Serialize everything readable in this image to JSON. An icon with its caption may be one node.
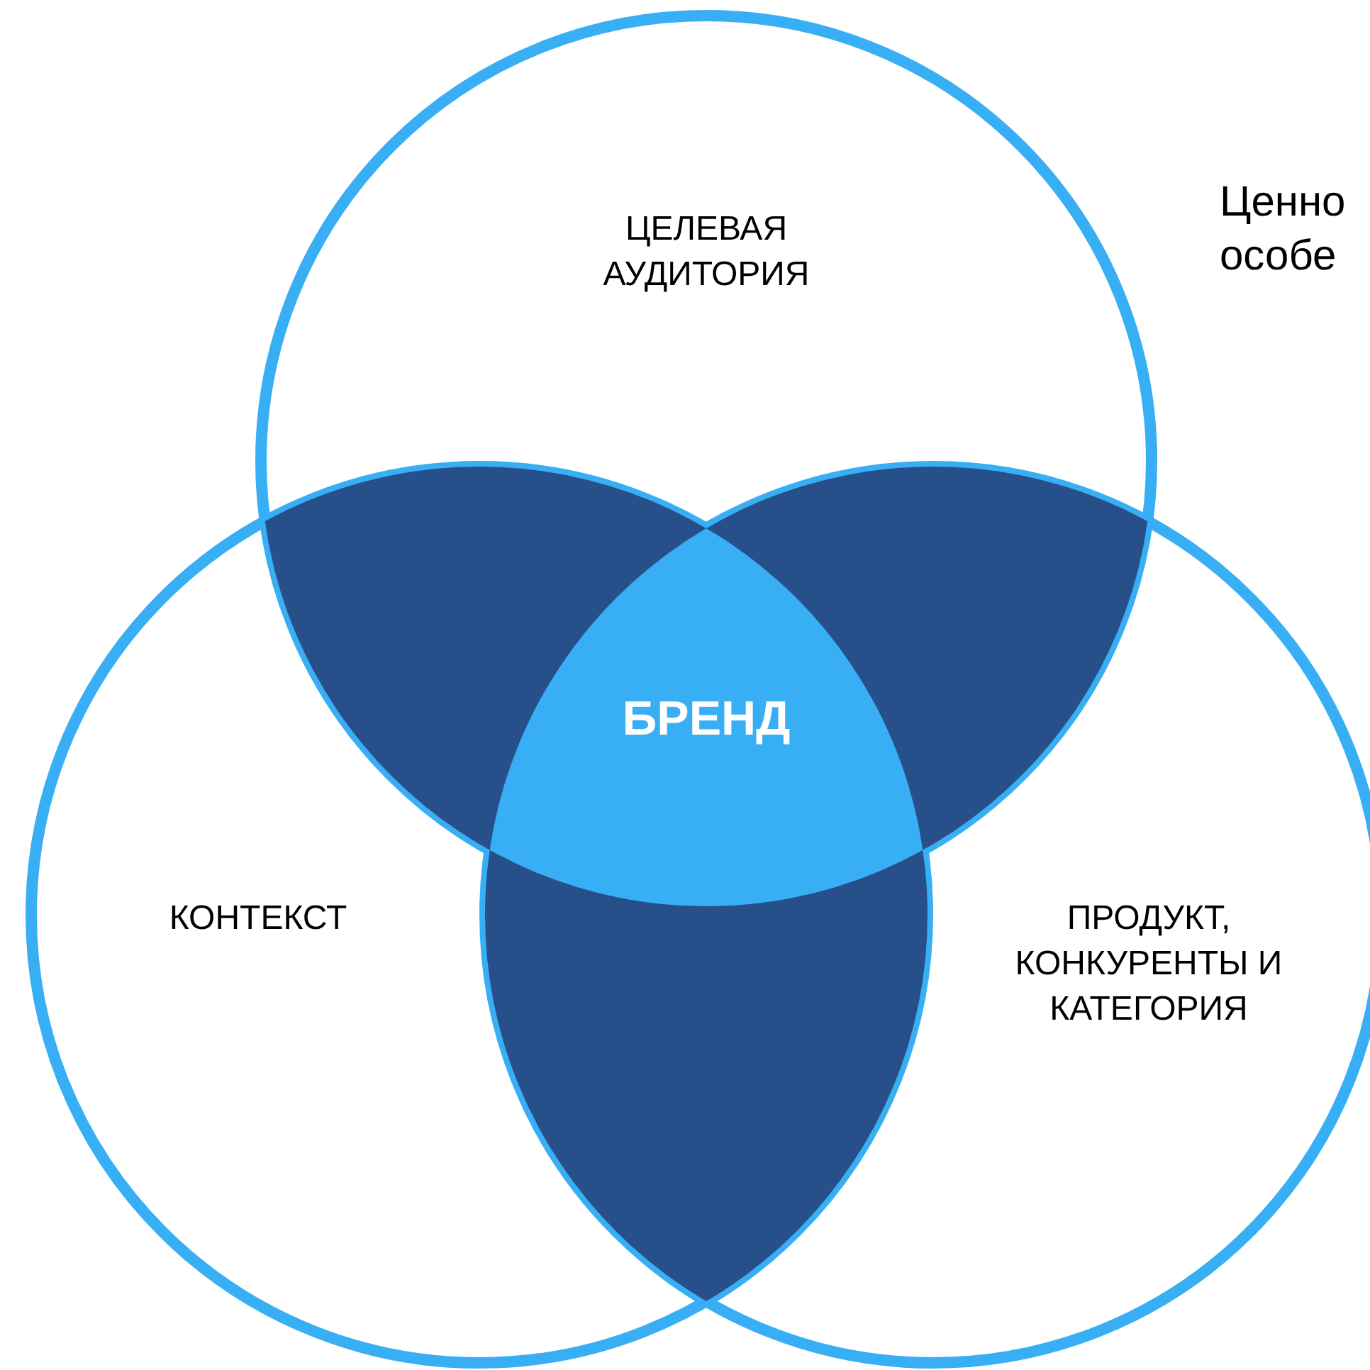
{
  "diagram": {
    "nodes": [
      {
        "text": [
          "ЦЕЛЕВАЯ АУДИТОРИЯ"
        ]
      },
      {
        "text": [
          "КОНТЕКСТ"
        ]
      },
      {
        "text": [
          "ПРОДУКТ, КОНКУРЕНТЫ И КАТЕГОРИЯ"
        ]
      },
      {
        "text": [
          "БРЕНД"
        ]
      }
    ],
    "labels": [
      "Ценно особе"
    ]
  }
}
